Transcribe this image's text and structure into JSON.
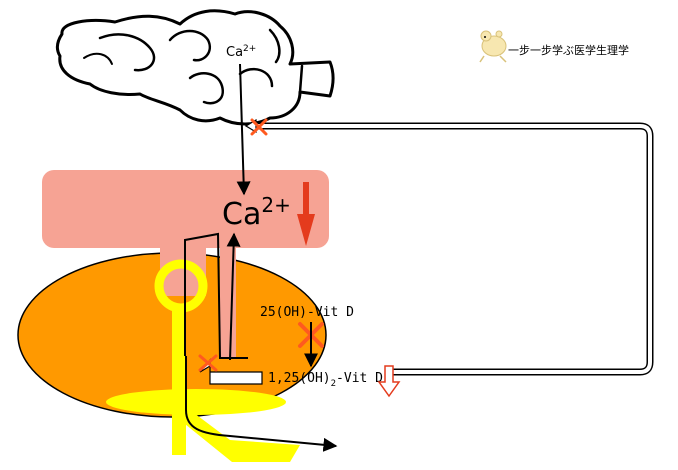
{
  "brand": {
    "text": "一步一步学ぶ医学生理学",
    "mascot_icon": "hamster-icon"
  },
  "labels": {
    "ca_intestine_base": "Ca",
    "ca_intestine_sup": "2+",
    "ca_blood_base": "Ca",
    "ca_blood_sup": "2+",
    "vitd_25oh": "25(OH)-Vit D",
    "vitd_125_prefix": "1,25(OH)",
    "vitd_125_sub": "2",
    "vitd_125_suffix": "-Vit D"
  },
  "colors": {
    "blood_band": "#f6a394",
    "kidney": "#ff9900",
    "tubule": "#ffff00",
    "down_arrow": "#e43b1d",
    "block_x": "#ff5a1f",
    "outline": "#000000"
  }
}
